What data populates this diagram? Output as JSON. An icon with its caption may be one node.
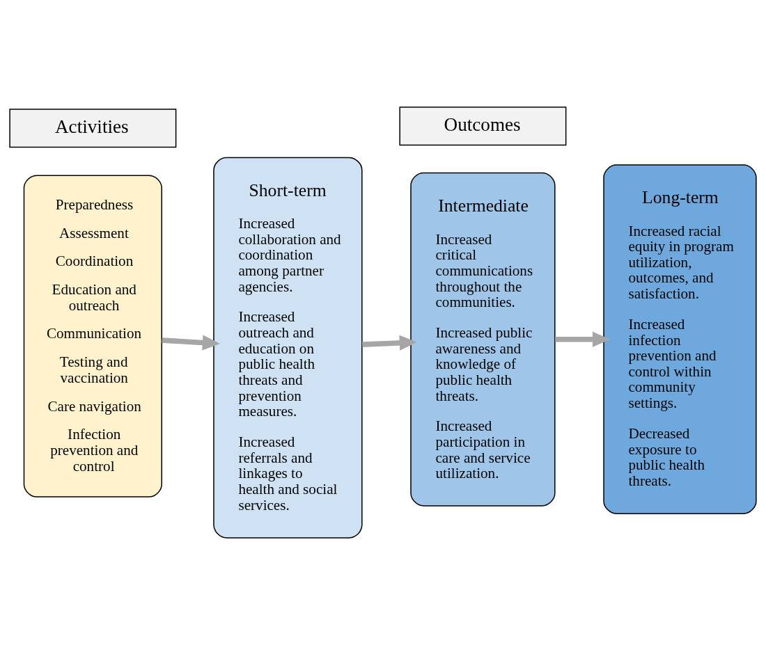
{
  "diagram": {
    "nodes": [
      {
        "text": [
          "Activities"
        ]
      },
      {
        "text": [
          "Outcomes"
        ]
      },
      {
        "text": [
          "Preparedness",
          "Assessment",
          "Coordination",
          "Education and outreach",
          "Communication",
          "Testing and vaccination",
          "Care navigation",
          "Infection prevention and control"
        ]
      },
      {
        "text": [
          "Short-term",
          "Increased collaboration and coordination among partner agencies.",
          "Increased outreach and education on public health threats and prevention measures.",
          "Increased referrals and linkages to health and social services."
        ]
      },
      {
        "text": [
          "Intermediate",
          "Increased critical communications throughout the communities.",
          "Increased public awareness and knowledge of public health threats.",
          "Increased participation in care and service utilization."
        ]
      },
      {
        "text": [
          "Long-term",
          "Increased racial equity in program utilization, outcomes, and satisfaction.",
          "Increased infection prevention and control within community settings.",
          "Decreased exposure to public health threats."
        ]
      }
    ],
    "edges": [
      {
        "from": 2,
        "to": 3,
        "arrow": "to"
      },
      {
        "from": 3,
        "to": 4,
        "arrow": "to"
      },
      {
        "from": 4,
        "to": 5,
        "arrow": "to"
      }
    ]
  }
}
